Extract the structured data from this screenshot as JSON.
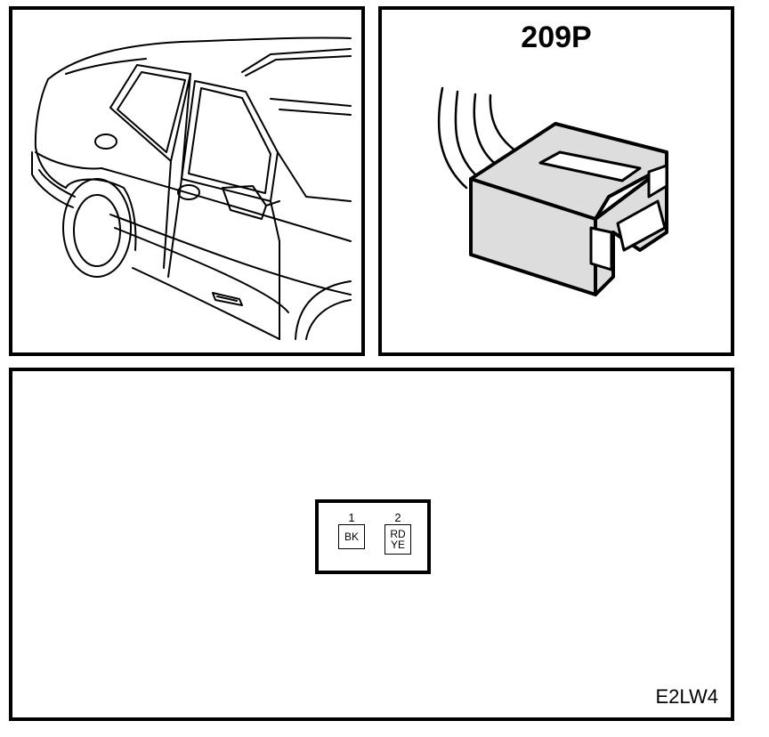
{
  "connector": {
    "code": "209P"
  },
  "pinout": {
    "pins": [
      {
        "number": "1",
        "wires": [
          "BK"
        ]
      },
      {
        "number": "2",
        "wires": [
          "RD",
          "YE"
        ]
      }
    ]
  },
  "reference_code": "E2LW4"
}
